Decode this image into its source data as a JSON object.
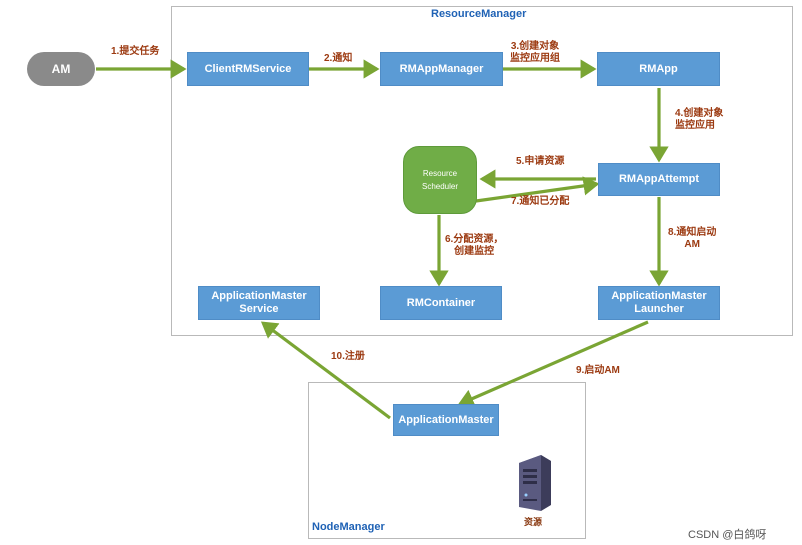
{
  "frames": {
    "resource_manager": "ResourceManager",
    "node_manager": "NodeManager"
  },
  "nodes": {
    "am": "AM",
    "client_rm_service": "ClientRMService",
    "rm_app_manager": "RMAppManager",
    "rm_app": "RMApp",
    "resource_scheduler": "Resource\nScheduler",
    "rm_app_attempt": "RMAppAttempt",
    "application_master_service": "ApplicationMaster\nService",
    "rm_container": "RMContainer",
    "application_master_launcher": "ApplicationMaster\nLauncher",
    "application_master": "ApplicationMaster"
  },
  "steps": {
    "s1": "1.提交任务",
    "s2": "2.通知",
    "s3": "3.创建对象\n监控应用组",
    "s4": "4.创建对象\n监控应用",
    "s5": "5.申请资源",
    "s6": "6.分配资源，\n创建监控",
    "s7": "7.通知已分配",
    "s8": "8.通知启动\nAM",
    "s9": "9.启动AM",
    "s10": "10.注册"
  },
  "resource_label": "资源",
  "watermark": "CSDN @白鸽呀",
  "colors": {
    "arrow": "#7aa534",
    "box": "#5b9bd5",
    "label": "#9c3a11",
    "frame_title": "#1f62b5"
  }
}
